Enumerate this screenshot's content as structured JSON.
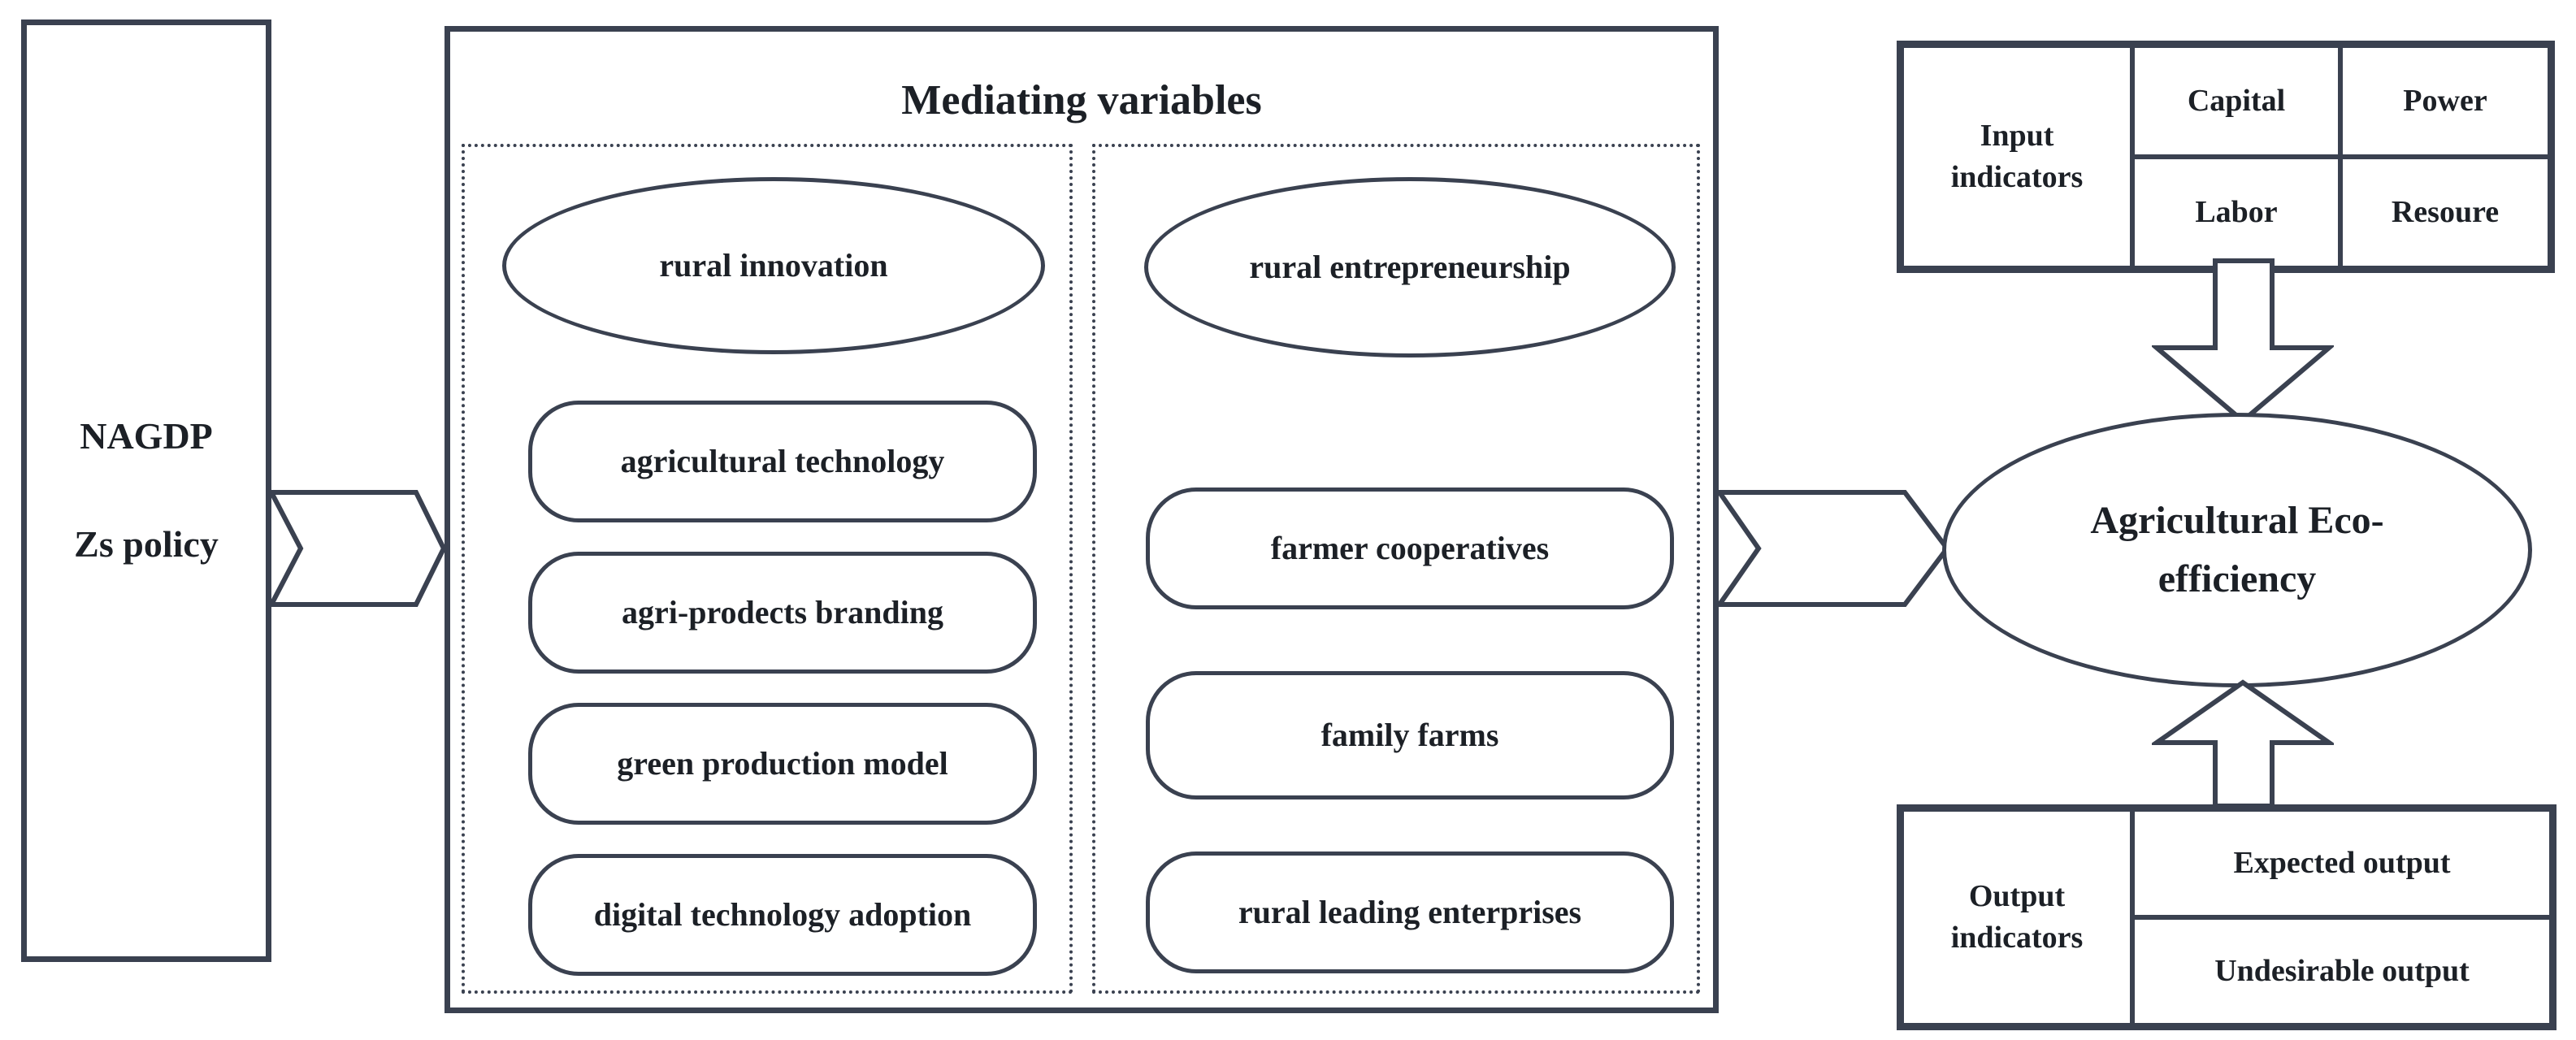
{
  "colors": {
    "stroke": "#3a4150",
    "text": "#1c2026"
  },
  "policy_box": {
    "line1": "NAGDP",
    "line2": "Zs policy"
  },
  "mediating": {
    "title": "Mediating variables",
    "innovation_group": {
      "ellipse_label": "rural innovation",
      "items": [
        "agricultural technology",
        "agri-prodects branding",
        "green production model",
        "digital technology adoption"
      ]
    },
    "entrepreneurship_group": {
      "ellipse_label": "rural entrepreneurship",
      "items": [
        "farmer cooperatives",
        "family farms",
        "rural leading enterprises"
      ]
    }
  },
  "input_table": {
    "header": "Input\nindicators",
    "row1": [
      "Capital",
      "Power"
    ],
    "row2": [
      "Labor",
      "Resoure"
    ]
  },
  "outcome_ellipse": {
    "line1": "Agricultural Eco-",
    "line2": "efficiency"
  },
  "output_table": {
    "header": "Output\nindicators",
    "rows": [
      "Expected output",
      "Undesirable output"
    ]
  }
}
